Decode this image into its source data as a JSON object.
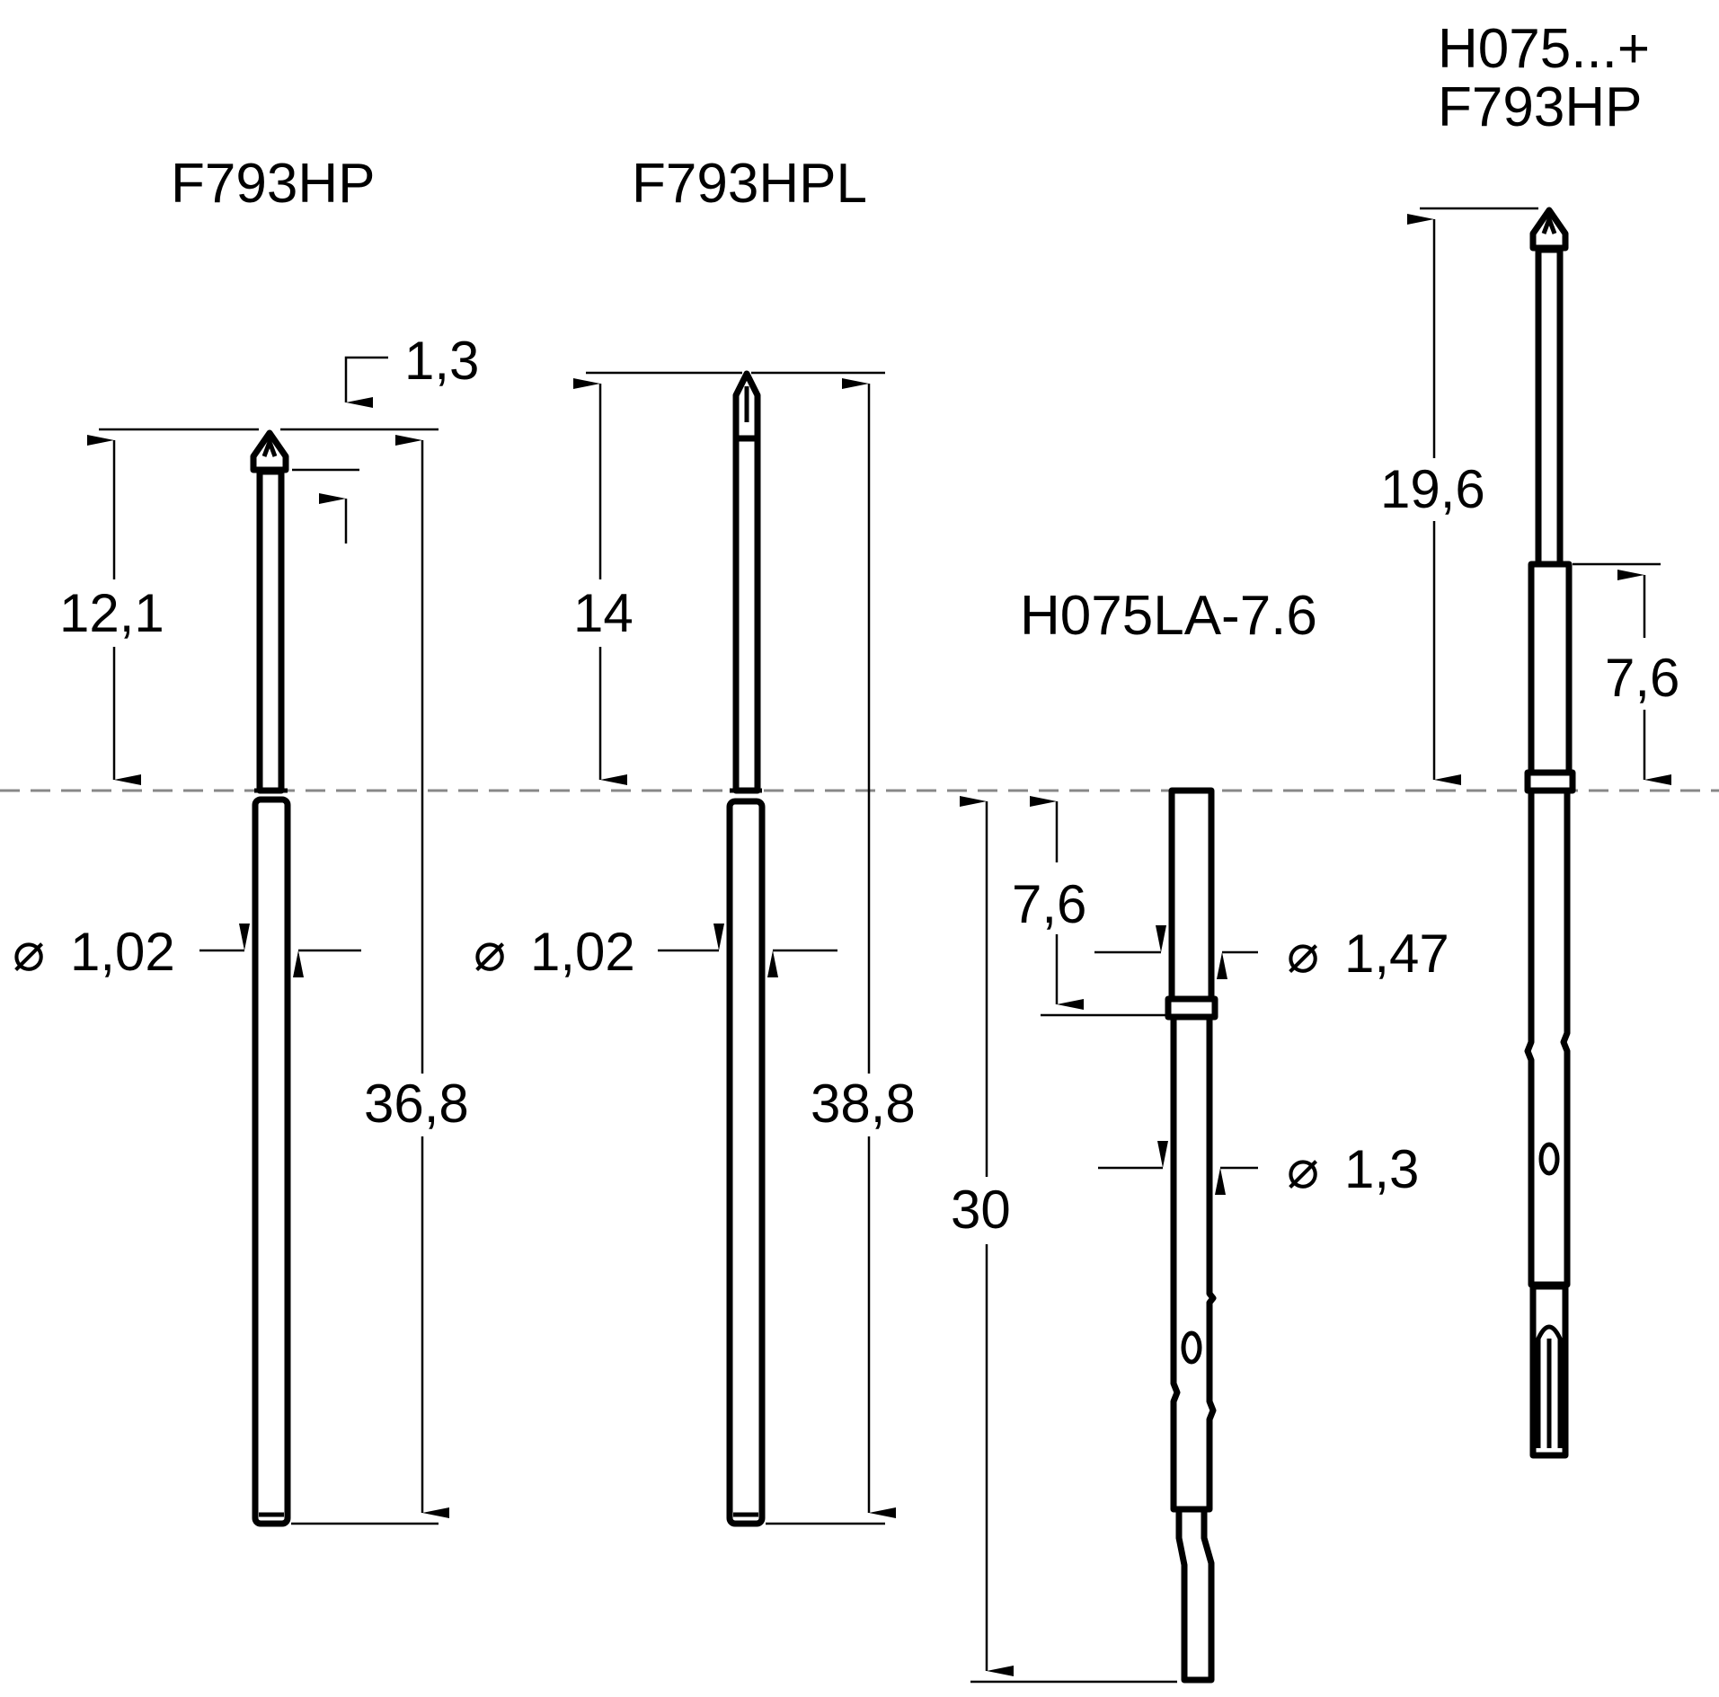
{
  "labels": {
    "part1": "F793HP",
    "part2": "F793HPL",
    "part3": "H075LA-7.6",
    "part4_line1": "H075...+",
    "part4_line2": "F793HP"
  },
  "dimensions": {
    "p1_tip": "1,3",
    "p1_plunger": "12,1",
    "p1_dia": "1,02",
    "p1_total": "36,8",
    "p2_plunger": "14",
    "p2_dia": "1,02",
    "p2_total": "38,8",
    "p3_upper": "7,6",
    "p3_dia_upper": "1,47",
    "p3_dia_lower": "1,3",
    "p3_total": "30",
    "p4_stroke": "19,6",
    "p4_upper": "7,6"
  },
  "symbols": {
    "diameter": "⌀"
  }
}
